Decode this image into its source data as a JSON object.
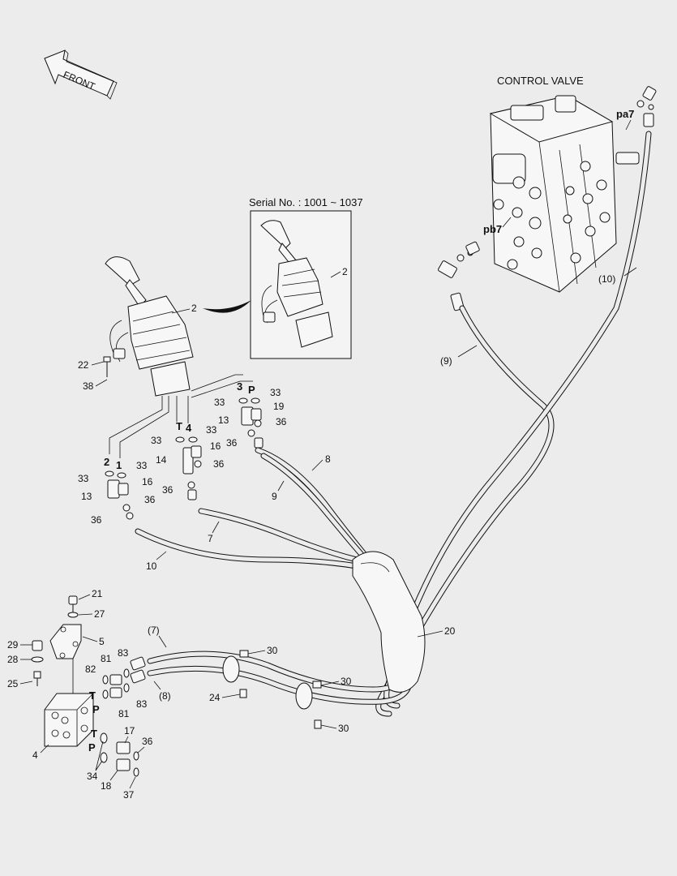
{
  "direction_arrow": {
    "label": "FRONT",
    "icon": "front-arrow-icon"
  },
  "control_valve": {
    "title": "CONTROL VALVE",
    "ports": [
      "pa7",
      "pb7"
    ]
  },
  "inset": {
    "title": "Serial No. : 1001 ~ 1037"
  },
  "port_letters": {
    "p2": "2",
    "p1": "1",
    "t": "T",
    "p4": "4",
    "p3": "3",
    "p": "P",
    "block_t1": "T",
    "block_p1": "P",
    "block_t2": "T",
    "block_p2": "P"
  },
  "callouts": {
    "c2_main": "2",
    "c2_inset": "2",
    "c22": "22",
    "c38": "38",
    "c33_a": "33",
    "c33_b": "33",
    "c33_c": "33",
    "c33_d": "33",
    "c33_e": "33",
    "c33_f": "33",
    "c19": "19",
    "c36_a": "36",
    "c13_a": "13",
    "c36_b": "36",
    "c16_a": "16",
    "c14": "14",
    "c36_c": "36",
    "c36_d": "36",
    "c16_b": "16",
    "c13_b": "13",
    "c36_e": "36",
    "c36_f": "36",
    "c8_upper": "8",
    "c9_lower": "9",
    "c7": "7",
    "c10_lower": "10",
    "c9_paren": "(9)",
    "c10_paren": "(10)",
    "c20": "20",
    "c21": "21",
    "c27": "27",
    "c29": "29",
    "c5": "5",
    "c28": "28",
    "c25": "25",
    "c4": "4",
    "c7_paren": "(7)",
    "c8_paren": "(8)",
    "c81_a": "81",
    "c83_a": "83",
    "c82": "82",
    "c81_b": "81",
    "c83_b": "83",
    "c30_a": "30",
    "c30_b": "30",
    "c30_c": "30",
    "c24": "24",
    "c17": "17",
    "c36_g": "36",
    "c34": "34",
    "c18": "18",
    "c37": "37"
  }
}
